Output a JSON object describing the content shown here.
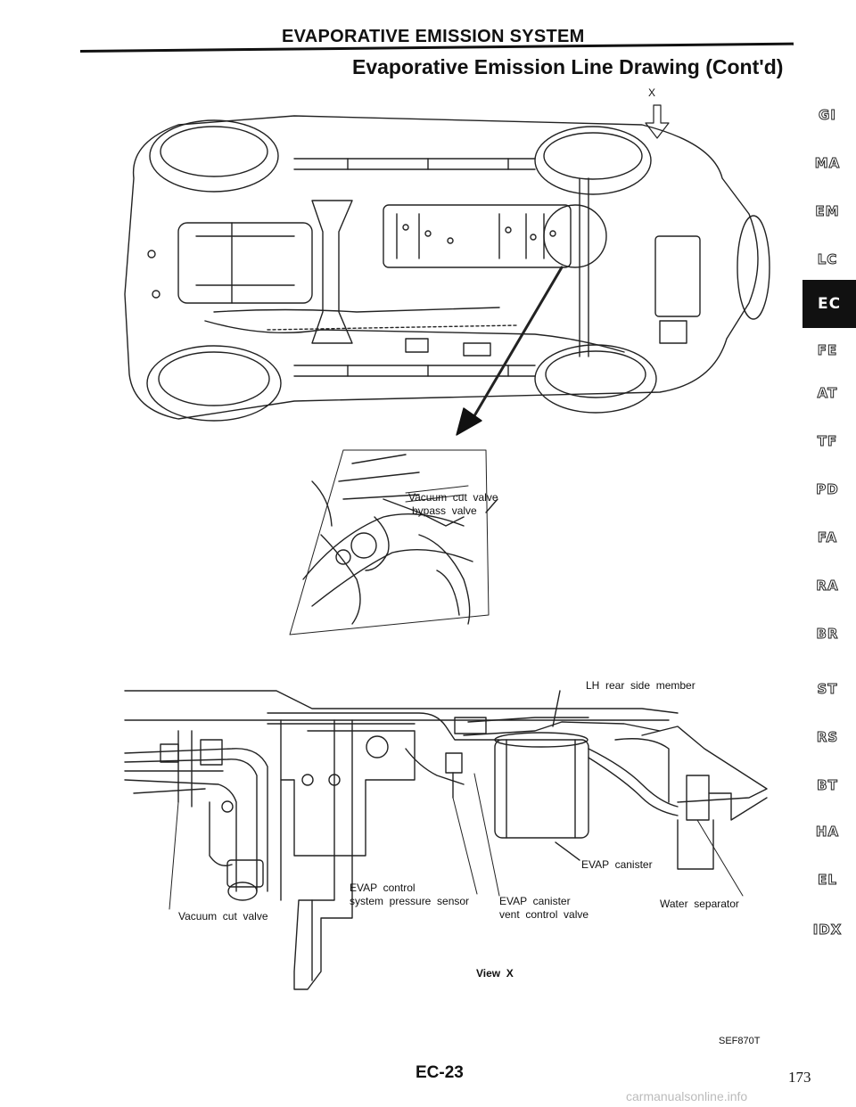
{
  "header": {
    "title": "EVAPORATIVE EMISSION SYSTEM",
    "subtitle": "Evaporative Emission Line Drawing (Cont'd)"
  },
  "side_tabs": [
    "GI",
    "MA",
    "EM",
    "LC",
    "EC",
    "FE",
    "AT",
    "TF",
    "PD",
    "FA",
    "RA",
    "BR",
    "ST",
    "RS",
    "BT",
    "HA",
    "EL",
    "IDX"
  ],
  "active_tab": "EC",
  "figure": {
    "view_marker": "X",
    "detail_labels": {
      "vacuum_cut_valve_line1": "Vacuum  cut  valve",
      "vacuum_cut_valve_line2": "bypass  valve"
    },
    "view_x_labels": {
      "lh_rear_side_member": "LH  rear  side  member",
      "evap_canister": "EVAP  canister",
      "evap_control_line1": "EVAP  control",
      "evap_control_line2": "system  pressure  sensor",
      "evap_vent_line1": "EVAP  canister",
      "evap_vent_line2": "vent  control  valve",
      "water_separator": "Water  separator",
      "vacuum_cut_valve": "Vacuum  cut  valve"
    },
    "view_caption": "View  X",
    "figure_code": "SEF870T"
  },
  "footer": {
    "page_code": "EC-23",
    "page_number": "173",
    "watermark": "carmanualsonline.info"
  }
}
